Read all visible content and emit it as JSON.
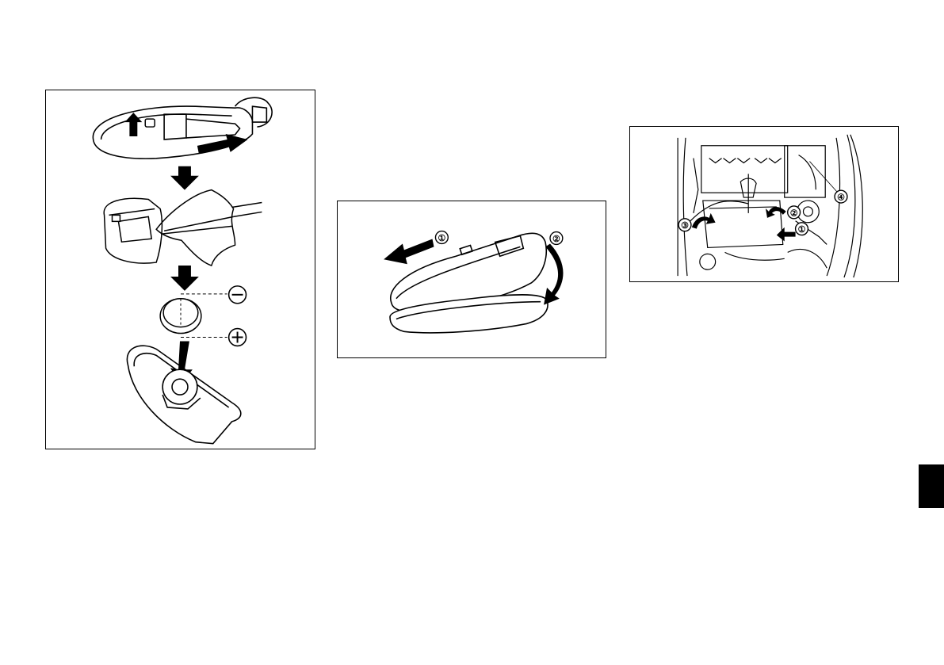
{
  "figures": {
    "left": {
      "polarity": {
        "minus": "−",
        "plus": "+"
      }
    },
    "middle": {
      "callouts": [
        "①",
        "②"
      ]
    },
    "right": {
      "callouts": [
        "①",
        "②",
        "③",
        "④"
      ]
    }
  },
  "section_tab": {
    "color": "#000000"
  }
}
